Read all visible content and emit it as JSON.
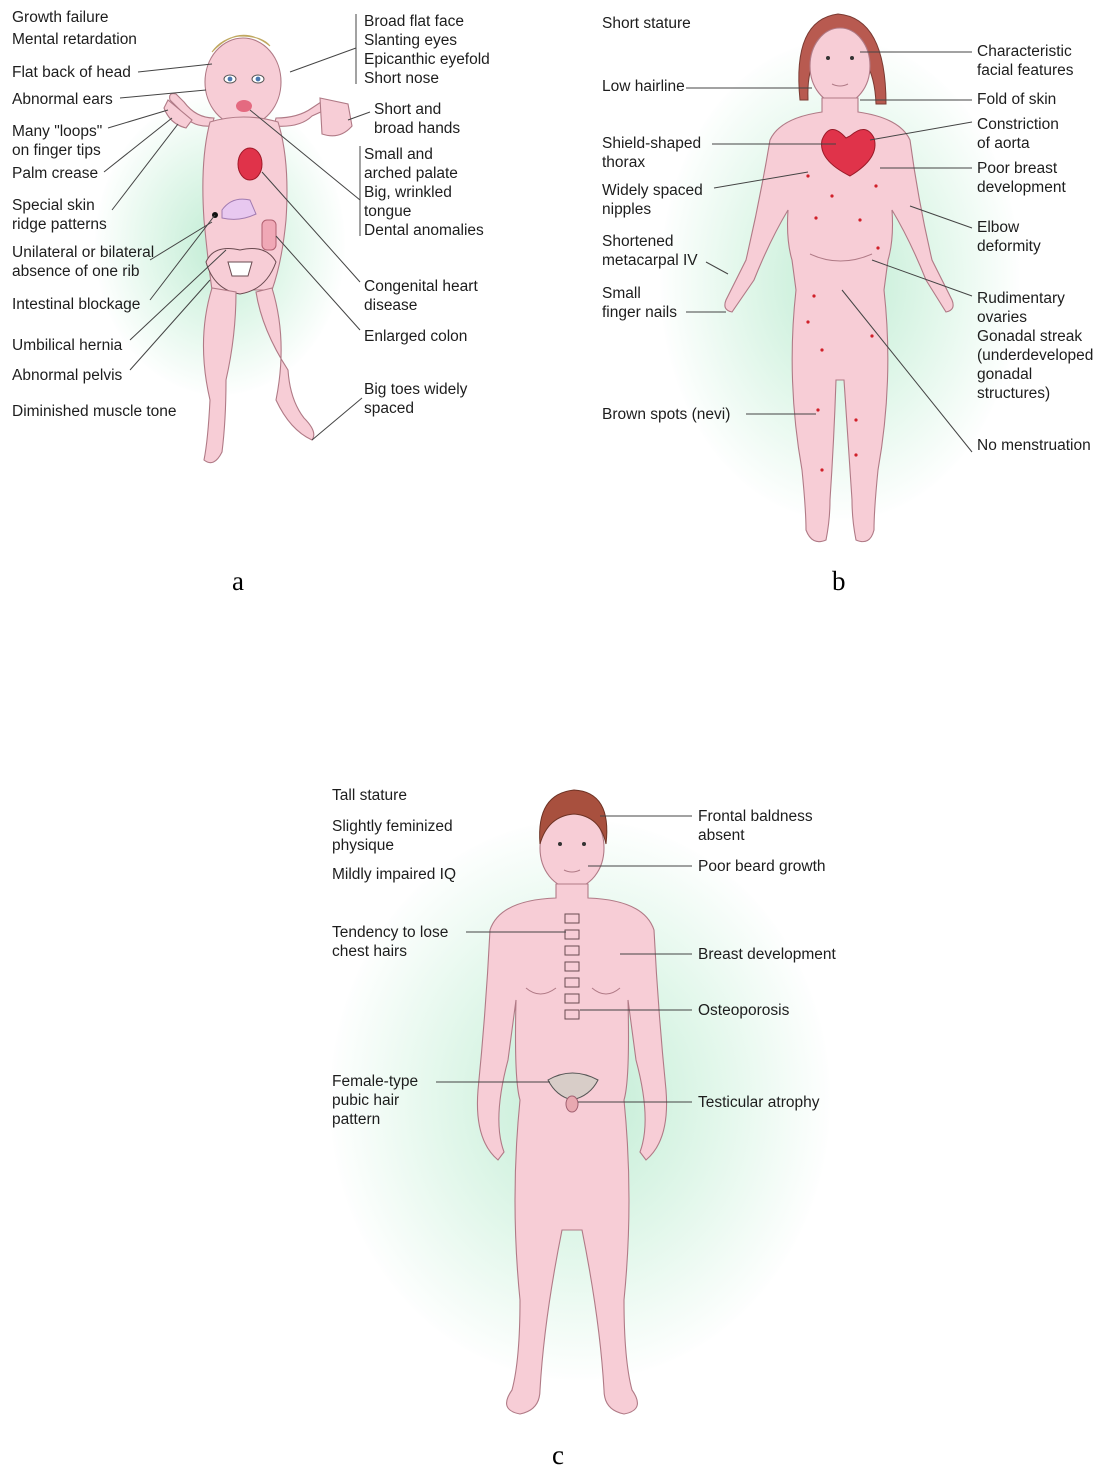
{
  "panel_a": {
    "caption": "a",
    "left_labels": [
      "Growth failure",
      "Mental retardation",
      "Flat back of head",
      "Abnormal ears",
      "Many \"loops\"\non finger tips",
      "Palm crease",
      "Special skin\nridge patterns",
      "Unilateral or bilateral\nabsence of one rib",
      "Intestinal blockage",
      "Umbilical hernia",
      "Abnormal pelvis",
      "Diminished muscle tone"
    ],
    "right_labels": [
      "Broad flat face\nSlanting eyes\nEpicanthic eyefold\nShort nose",
      "Short and\nbroad hands",
      "Small and\narched palate\nBig, wrinkled\ntongue\nDental anomalies",
      "Congenital heart\ndisease",
      "Enlarged colon",
      "Big toes widely\nspaced"
    ]
  },
  "panel_b": {
    "caption": "b",
    "left_labels": [
      "Short stature",
      "Low hairline",
      "Shield-shaped\nthorax",
      "Widely spaced\nnipples",
      "Shortened\nmetacarpal IV",
      "Small\nfinger nails",
      "Brown spots (nevi)"
    ],
    "right_labels": [
      "Characteristic\nfacial features",
      "Fold of skin",
      "Constriction\nof aorta",
      "Poor breast\ndevelopment",
      "Elbow\ndeformity",
      "Rudimentary\novaries\nGonadal streak\n(underdeveloped\ngonadal\nstructures)",
      "No menstruation"
    ]
  },
  "panel_c": {
    "caption": "c",
    "left_labels": [
      "Tall stature",
      "Slightly feminized\nphysique",
      "Mildly impaired IQ",
      "Tendency to lose\nchest hairs",
      "Female-type\npubic hair\npattern"
    ],
    "right_labels": [
      "Frontal baldness\nabsent",
      "Poor beard growth",
      "Breast development",
      "Osteoporosis",
      "Testicular atrophy"
    ]
  },
  "colors": {
    "skin": "#f7cdd6",
    "glow": "#c6ecd6",
    "heart": "#e0334a",
    "hair_girl": "#b85a50",
    "hair_man": "#a8503e",
    "hair_baby": "#e8d49a",
    "nevi": "#d0202a"
  }
}
